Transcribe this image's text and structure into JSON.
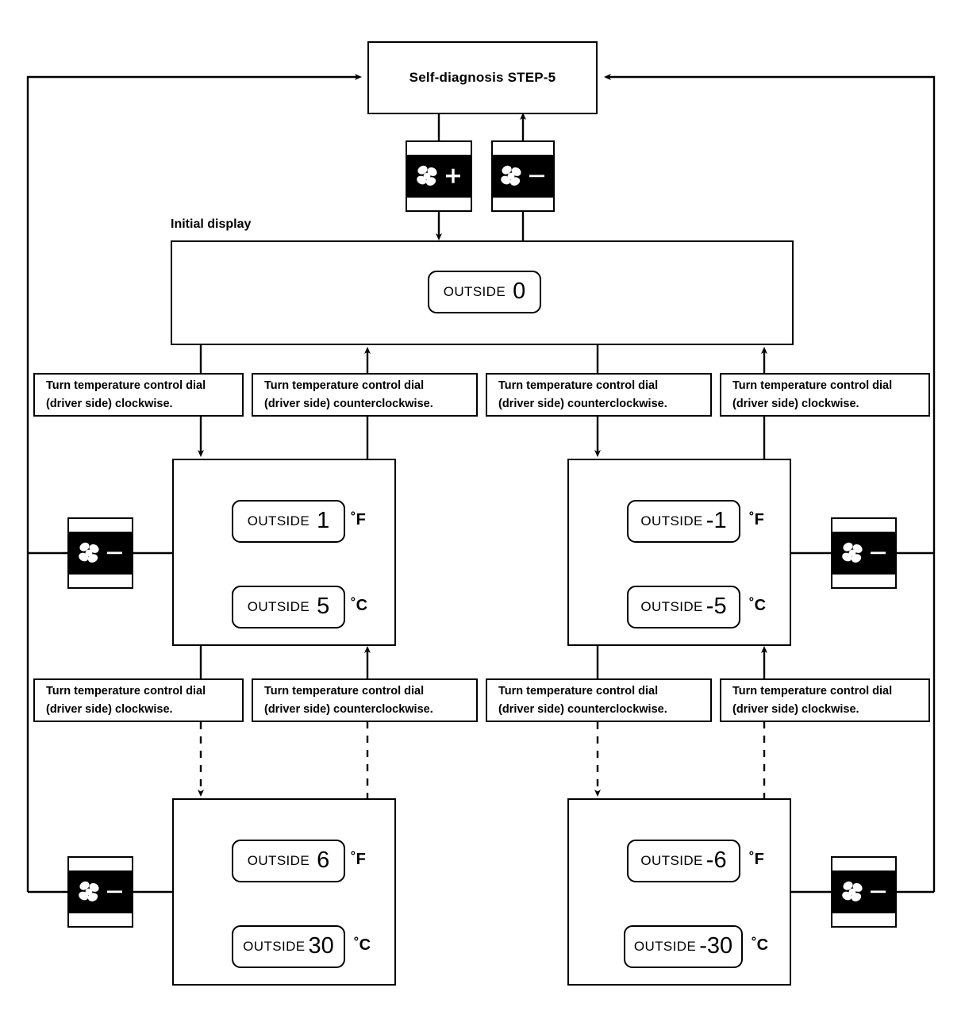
{
  "diagram": {
    "title": "Self-diagnosis STEP-5",
    "initial_display_caption": "Initial display",
    "instruction_clockwise_line1": "Turn temperature control dial",
    "instruction_clockwise_line2": "(driver side) clockwise.",
    "instruction_counterclockwise_line1": "Turn temperature control dial",
    "instruction_counterclockwise_line2": "(driver side) counterclockwise.",
    "outside_label": "OUTSIDE",
    "unit_fahrenheit": "˚F",
    "unit_celsius": "˚C",
    "fan_plus_label": "+",
    "fan_minus_label": "−",
    "icon_fan": "fan-icon",
    "colors": {
      "line": "#000000",
      "background": "#ffffff",
      "icon_field": "#000000",
      "icon_blades": "#ffffff"
    }
  },
  "nodes": {
    "title_box": {
      "text": "Self-diagnosis STEP-5"
    },
    "initial_display": {
      "caption": "Initial display",
      "readout": {
        "label": "OUTSIDE",
        "value": "0"
      }
    },
    "mid_left_box": {
      "readouts": [
        {
          "label": "OUTSIDE",
          "value": "1",
          "unit": "˚F"
        },
        {
          "label": "OUTSIDE",
          "value": "5",
          "unit": "˚C"
        }
      ]
    },
    "mid_right_box": {
      "readouts": [
        {
          "label": "OUTSIDE",
          "value": "-1",
          "unit": "˚F"
        },
        {
          "label": "OUTSIDE",
          "value": "-5",
          "unit": "˚C"
        }
      ]
    },
    "bottom_left_box": {
      "readouts": [
        {
          "label": "OUTSIDE",
          "value": "6",
          "unit": "˚F"
        },
        {
          "label": "OUTSIDE",
          "value": "30",
          "unit": "˚C"
        }
      ]
    },
    "bottom_right_box": {
      "readouts": [
        {
          "label": "OUTSIDE",
          "value": "-6",
          "unit": "˚F"
        },
        {
          "label": "OUTSIDE",
          "value": "-30",
          "unit": "˚C"
        }
      ]
    }
  },
  "instruction_rows": {
    "row1": [
      {
        "line1": "Turn temperature control dial",
        "line2": "(driver side) clockwise."
      },
      {
        "line1": "Turn temperature control dial",
        "line2": "(driver side) counterclockwise."
      },
      {
        "line1": "Turn temperature control dial",
        "line2": "(driver side) counterclockwise."
      },
      {
        "line1": "Turn temperature control dial",
        "line2": "(driver side) clockwise."
      }
    ],
    "row2": [
      {
        "line1": "Turn temperature control dial",
        "line2": "(driver side) clockwise."
      },
      {
        "line1": "Turn temperature control dial",
        "line2": "(driver side) counterclockwise."
      },
      {
        "line1": "Turn temperature control dial",
        "line2": "(driver side) counterclockwise."
      },
      {
        "line1": "Turn temperature control dial",
        "line2": "(driver side) clockwise."
      }
    ]
  },
  "fan_buttons": {
    "top_plus": {
      "sign": "+",
      "icon": "fan-icon"
    },
    "top_minus": {
      "sign": "−",
      "icon": "fan-icon"
    },
    "mid_left": {
      "sign": "−",
      "icon": "fan-icon"
    },
    "mid_right": {
      "sign": "−",
      "icon": "fan-icon"
    },
    "bottom_left": {
      "sign": "−",
      "icon": "fan-icon"
    },
    "bottom_right": {
      "sign": "−",
      "icon": "fan-icon"
    }
  }
}
